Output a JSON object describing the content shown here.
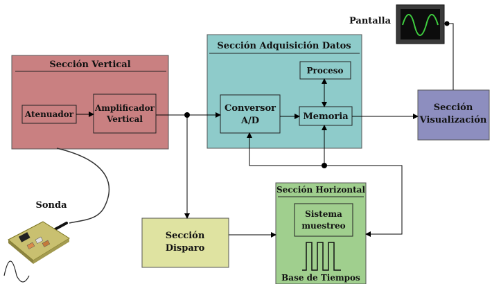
{
  "title": "",
  "colors": {
    "vertical": "#c98081",
    "adquisicion": "#8ecbca",
    "visualizacion": "#8d8ebf",
    "disparo": "#dfe3a1",
    "horizontal": "#a0cf8e",
    "screen_wave": "#3fcf3f"
  },
  "blocks": {
    "vertical_title": "Sección Vertical",
    "atenuador": "Atenuador",
    "amplificador": [
      "Amplificador",
      "Vertical"
    ],
    "adquisicion_title": "Sección Adquisición Datos",
    "proceso": "Proceso",
    "conversor": [
      "Conversor",
      "A/D"
    ],
    "memoria": "Memoria",
    "visualizacion": [
      "Sección",
      "Visualización"
    ],
    "pantalla": "Pantalla",
    "sonda": "Sonda",
    "disparo": [
      "Sección",
      "Disparo"
    ],
    "horizontal_title": "Sección Horizontal",
    "sistema": [
      "Sistema",
      "muestreo"
    ],
    "base_tiempos": "Base de Tiempos"
  },
  "icons": [
    "screen-sine-icon",
    "probe-board-icon",
    "pulse-train-icon",
    "waveform-icon"
  ]
}
